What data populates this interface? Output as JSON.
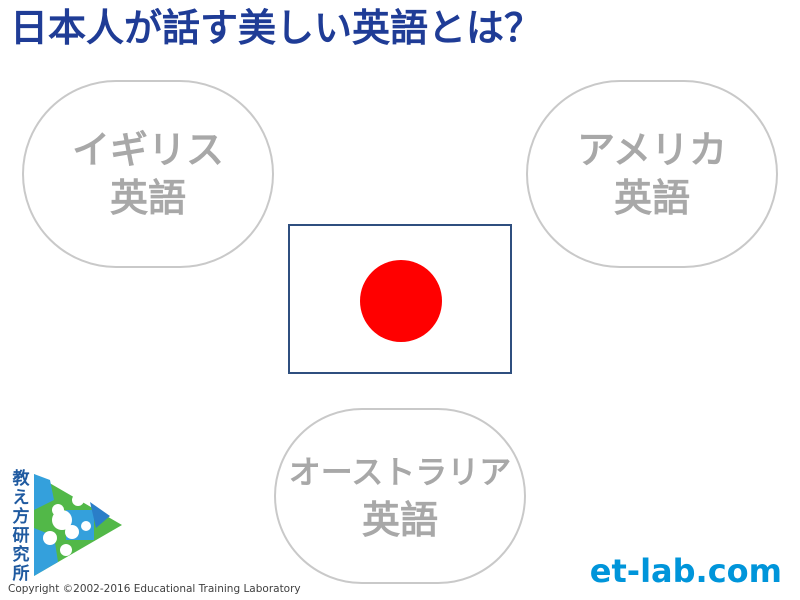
{
  "title": "日本人が話す美しい英語とは？",
  "pills": {
    "british": {
      "line1": "イギリス",
      "line2": "英語"
    },
    "american": {
      "line1": "アメリカ",
      "line2": "英語"
    },
    "australian": {
      "line1": "オーストラリア",
      "line2": "英語"
    }
  },
  "flag": {
    "icon": "japan-flag-icon",
    "background": "#ffffff",
    "disc_color": "#ff0000"
  },
  "logo": {
    "text": "教え方研究所",
    "icon": "puzzle-triangle-logo"
  },
  "footer": {
    "copyright": "Copyright ©2002-2016 Educational Training Laboratory",
    "site": "et-lab.com"
  },
  "colors": {
    "title": "#1f3c96",
    "pill_text": "#a8a8a8",
    "pill_border": "#c9c9c9",
    "site": "#0095da"
  }
}
